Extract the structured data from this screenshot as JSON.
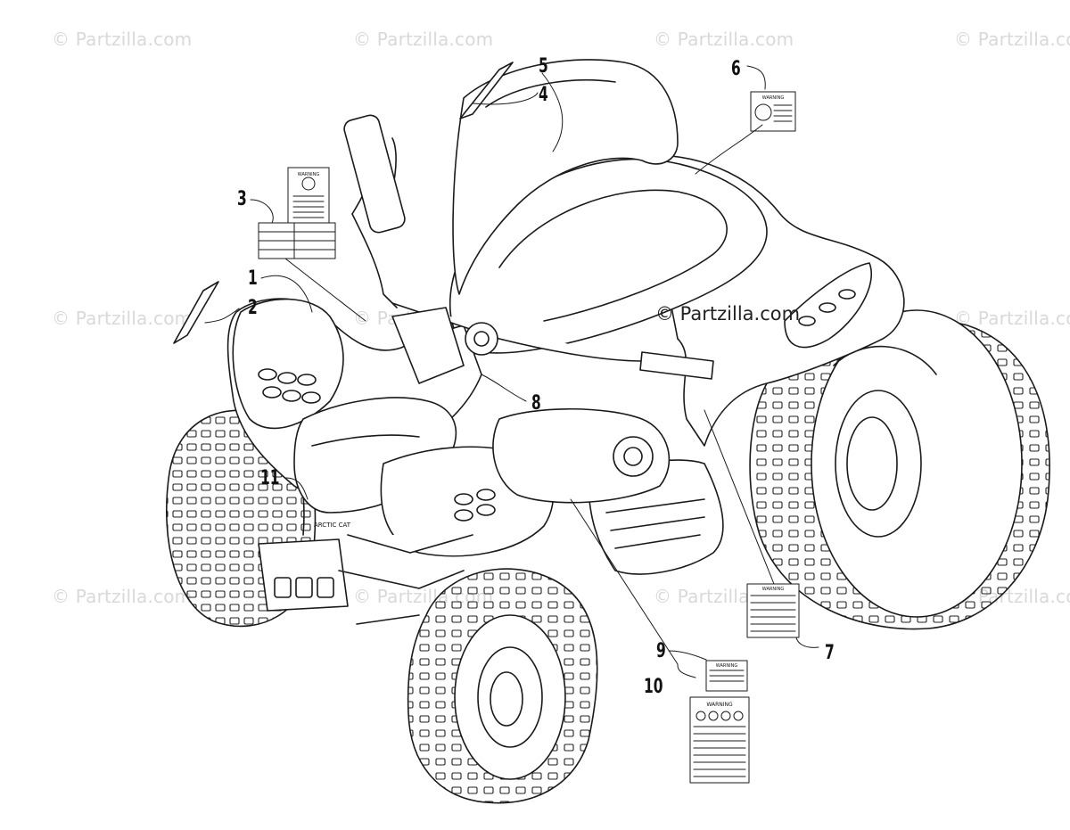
{
  "watermark": "© Partzilla.com",
  "callouts": [
    "1",
    "2",
    "3",
    "4",
    "5",
    "6",
    "7",
    "8",
    "9",
    "10",
    "11"
  ],
  "label_text": {
    "warning": "WARNING",
    "grille_badge": "ARCTIC CAT"
  }
}
